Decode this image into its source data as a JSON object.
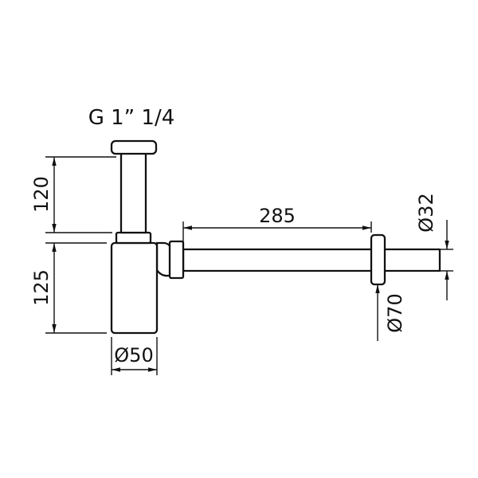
{
  "drawing": {
    "thread_label": "G 1” 1/4",
    "dimensions": {
      "inlet_height": "120",
      "body_height": "125",
      "body_diameter": "Ø50",
      "outlet_length": "285",
      "outlet_diameter": "Ø32",
      "flange_diameter": "Ø70"
    },
    "colors": {
      "line": "#111111",
      "background": "#ffffff"
    }
  }
}
